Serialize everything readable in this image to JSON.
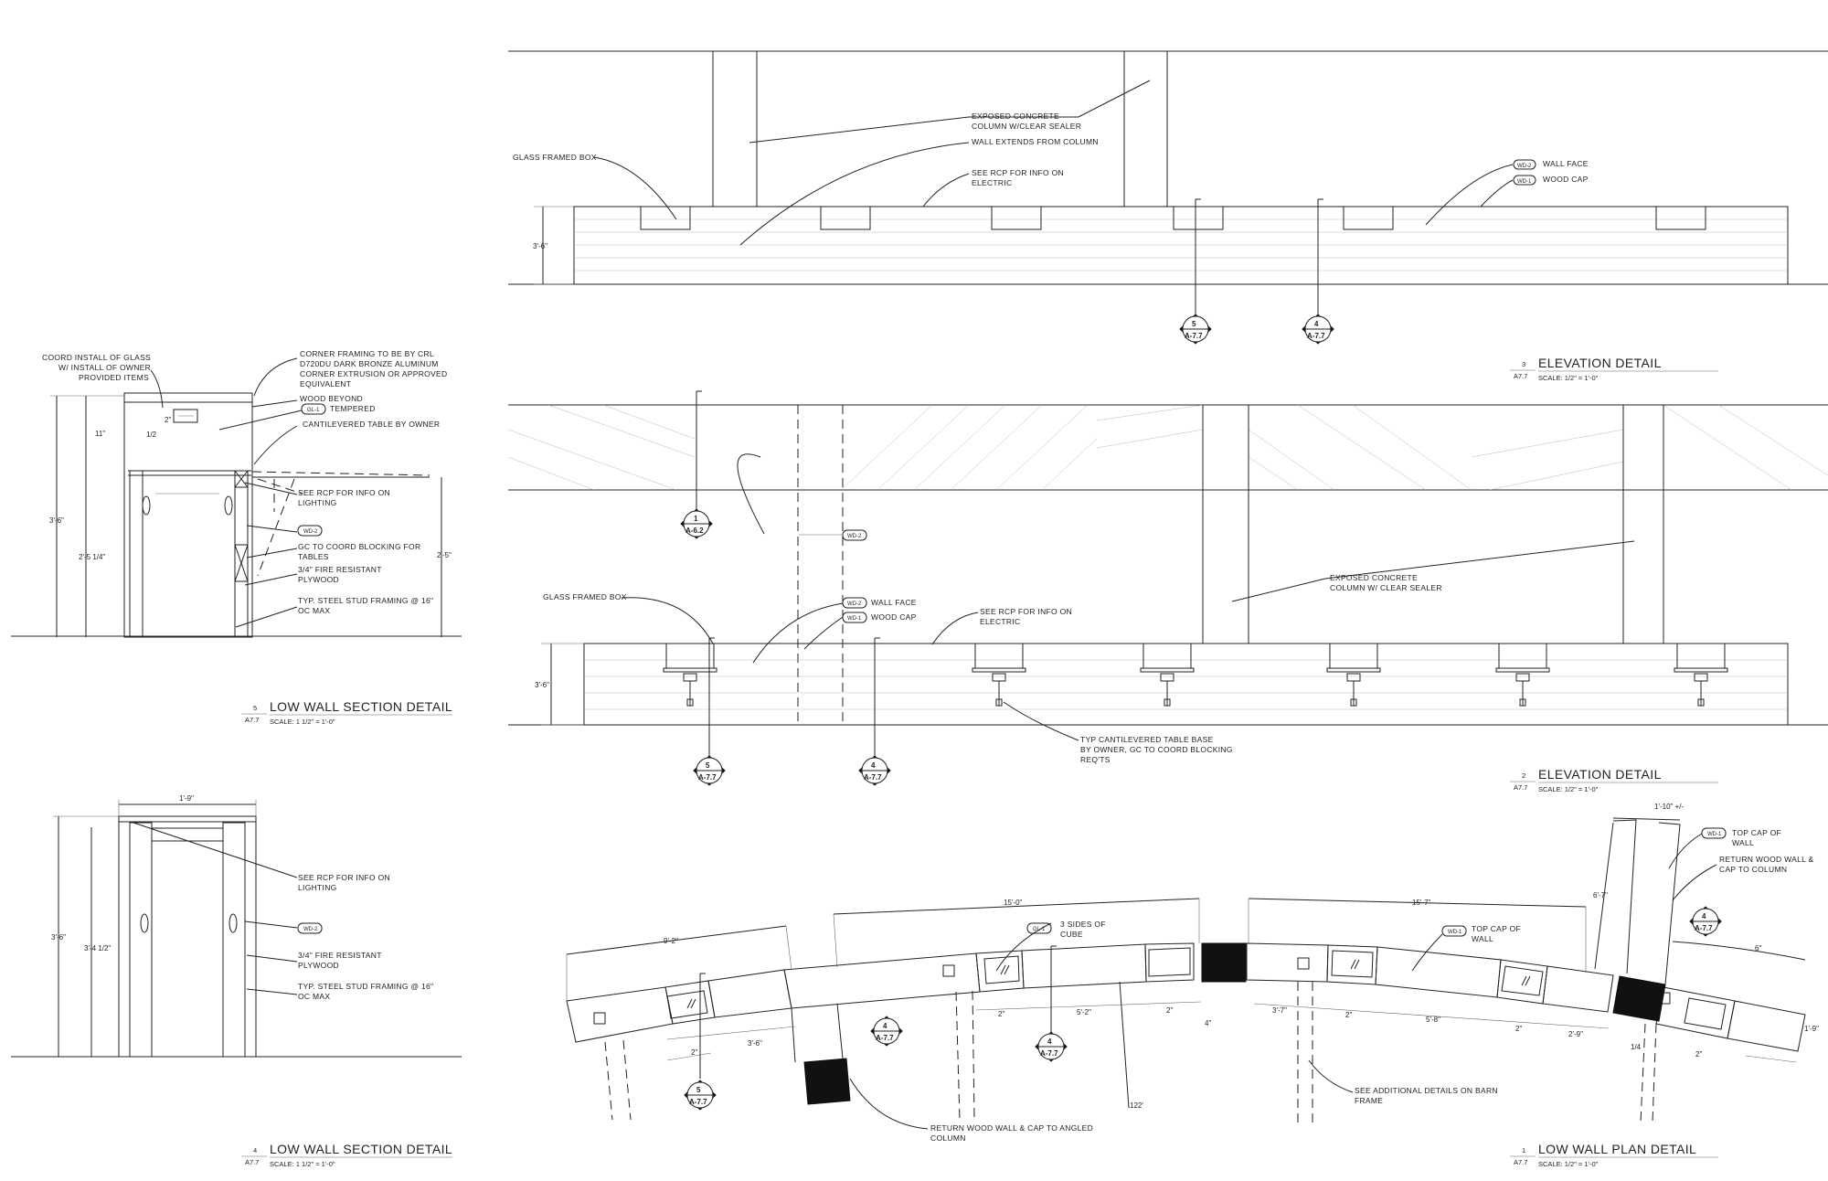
{
  "details": {
    "d3": {
      "number": "3",
      "sheet": "A7.7",
      "title": "ELEVATION DETAIL",
      "scale": "SCALE: 1/2\" = 1'-0\"",
      "notes": {
        "exposed_concrete": [
          "EXPOSED CONCRETE",
          "COLUMN W/CLEAR SEALER"
        ],
        "wall_extends": "WALL EXTENDS FROM COLUMN",
        "glass_box": "GLASS FRAMED BOX",
        "see_rcp": [
          "SEE RCP FOR INFO ON",
          "ELECTRIC"
        ],
        "wall_face": "WALL FACE",
        "wood_cap": "WOOD CAP"
      },
      "tags": {
        "wall_face": "WD-2",
        "wood_cap": "WD-1"
      },
      "height_dim": "3'-6\"",
      "callouts": [
        {
          "num": "5",
          "sheet": "A-7.7"
        },
        {
          "num": "4",
          "sheet": "A-7.7"
        }
      ]
    },
    "d2": {
      "number": "2",
      "sheet": "A7.7",
      "title": "ELEVATION DETAIL",
      "scale": "SCALE: 1/2\" = 1'-0\"",
      "notes": {
        "glass_box": "GLASS FRAMED BOX",
        "wall_face": "WALL FACE",
        "wood_cap": "WOOD CAP",
        "see_rcp": [
          "SEE RCP FOR INFO ON",
          "ELECTRIC"
        ],
        "exposed_concrete": [
          "EXPOSED CONCRETE",
          "COLUMN W/ CLEAR SEALER"
        ],
        "table_base": [
          "TYP CANTILEVERED TABLE BASE",
          "BY OWNER, GC TO COORD BLOCKING",
          "REQ'TS"
        ]
      },
      "tags": {
        "beam": "WD-2",
        "wall_face": "WD-2",
        "wood_cap": "WD-1"
      },
      "height_dim": "3'-6\"",
      "callouts": [
        {
          "num": "1",
          "sheet": "A-6.2"
        },
        {
          "num": "5",
          "sheet": "A-7.7"
        },
        {
          "num": "4",
          "sheet": "A-7.7"
        }
      ]
    },
    "d5": {
      "number": "5",
      "sheet": "A7.7",
      "title": "LOW WALL SECTION DETAIL",
      "scale": "SCALE: 1 1/2\" = 1'-0\"",
      "notes": {
        "coord_glass": [
          "COORD INSTALL OF GLASS",
          "W/ INSTALL OF OWNER",
          "PROVIDED ITEMS"
        ],
        "corner_framing": [
          "CORNER FRAMING TO BE BY CRL",
          "D720DU DARK BRONZE ALUMINUM",
          "CORNER EXTRUSION OR APPROVED",
          "EQUIVALENT"
        ],
        "wood_beyond": "WOOD BEYOND",
        "tempered": "TEMPERED",
        "cantilevered": "CANTILEVERED TABLE BY OWNER",
        "see_rcp": [
          "SEE RCP FOR INFO ON",
          "LIGHTING"
        ],
        "gc_coord": [
          "GC TO COORD BLOCKING FOR",
          "TABLES"
        ],
        "plywood": [
          "3/4\" FIRE RESISTANT",
          "PLYWOOD"
        ],
        "stud": [
          "TYP. STEEL STUD FRAMING @ 16\"",
          "OC MAX"
        ]
      },
      "tags": {
        "glass": "GL-1",
        "wood": "WD-2"
      },
      "dims": {
        "d2": "2\"",
        "d11": "11\"",
        "d1_2": "1/2",
        "overall": "3'-6\"",
        "lower": "2'-5 1/4\"",
        "table": "2'-5\""
      }
    },
    "d4": {
      "number": "4",
      "sheet": "A7.7",
      "title": "LOW WALL SECTION DETAIL",
      "scale": "SCALE: 1 1/2\" = 1'-0\"",
      "notes": {
        "see_rcp": [
          "SEE RCP FOR INFO ON",
          "LIGHTING"
        ],
        "plywood": [
          "3/4\" FIRE RESISTANT",
          "PLYWOOD"
        ],
        "stud": [
          "TYP. STEEL STUD FRAMING @ 16\"",
          "OC MAX"
        ]
      },
      "tags": {
        "wood": "WD-2"
      },
      "dims": {
        "width": "1'-9\"",
        "overall": "3'-6\"",
        "inner": "3'-4 1/2\""
      }
    },
    "d1": {
      "number": "1",
      "sheet": "A7.7",
      "title": "LOW WALL PLAN DETAIL",
      "scale": "SCALE: 1/2\" = 1'-0\"",
      "notes": {
        "three_sides": [
          "3 SIDES OF",
          "CUBE"
        ],
        "top_cap_mid": [
          "TOP CAP OF",
          "WALL"
        ],
        "top_cap_right": [
          "TOP CAP OF",
          "WALL"
        ],
        "return_right": [
          "RETURN WOOD WALL &",
          "CAP TO COLUMN"
        ],
        "return_left": [
          "RETURN WOOD WALL & CAP TO ANGLED",
          "COLUMN"
        ],
        "barn_frame": [
          "SEE ADDITIONAL DETAILS ON BARN",
          "FRAME"
        ]
      },
      "tags": {
        "cube": "GL-1",
        "cap_mid": "WD-1",
        "cap_right": "WD-1"
      },
      "dims": {
        "seg_a": "9'-2\"",
        "seg_b": "15'-0\"",
        "seg_c": "15'-7\"",
        "seg_d": "1'-10\" +/-",
        "h67": "6'-7\"",
        "r6": "6\"",
        "d36": "3'-6\"",
        "d2a": "2\"",
        "d2b": "2\"",
        "d52": "5'-2\"",
        "d2c": "2\"",
        "d4": "4\"",
        "d37": "3'-7\"",
        "d2d": "2\"",
        "d58": "5'-8\"",
        "d2e": "2\"",
        "d29": "2'-9\"",
        "d14": "1/4",
        "d2f": "2\"",
        "d19": "1'-9\"",
        "radius": "122'"
      },
      "callouts": [
        {
          "num": "5",
          "sheet": "A-7.7"
        },
        {
          "num": "4",
          "sheet": "A-7.7"
        },
        {
          "num": "4",
          "sheet": "A-7.7"
        },
        {
          "num": "4",
          "sheet": "A-7.7"
        }
      ]
    }
  }
}
